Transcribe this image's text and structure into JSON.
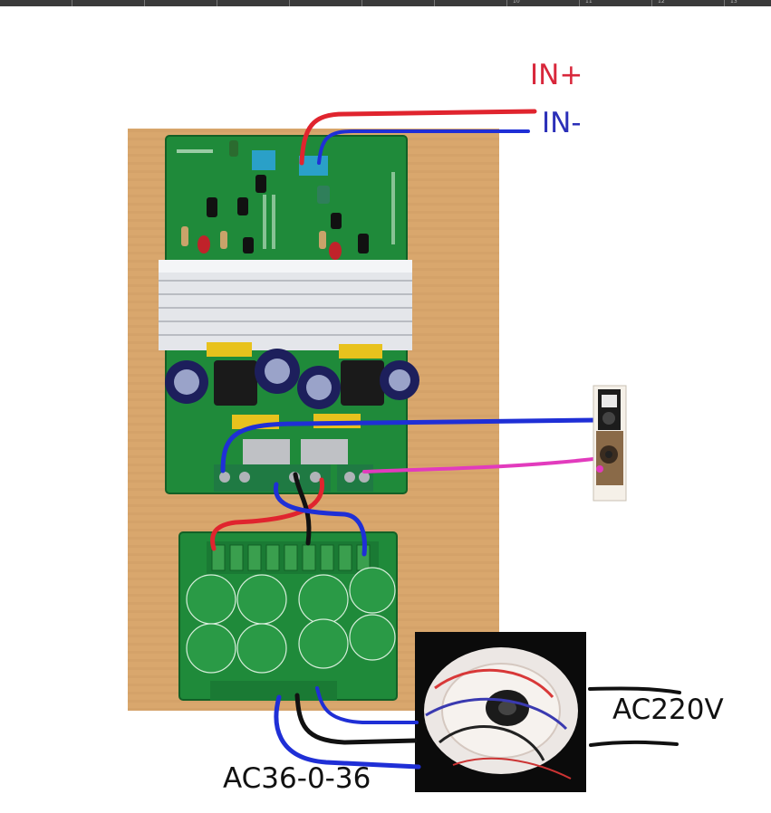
{
  "ruler": {
    "numbers": [
      "10",
      "11",
      "12",
      "13"
    ]
  },
  "labels": {
    "in_plus": "IN+",
    "in_minus": "IN-",
    "ac220": "AC220V",
    "ac36": "AC36-0-36"
  },
  "colors": {
    "wire_red": "#e0242e",
    "wire_blue": "#1f2fd6",
    "wire_black": "#111111",
    "wire_magenta": "#e23bbd",
    "pcb_green": "#1f8a3a",
    "photo_wood": "#d9a76d"
  },
  "components": {
    "amp_board": "amplifier-pcb",
    "psu_board": "power-supply-pcb",
    "transformer": "toroidal-transformer",
    "speaker": "speaker"
  }
}
